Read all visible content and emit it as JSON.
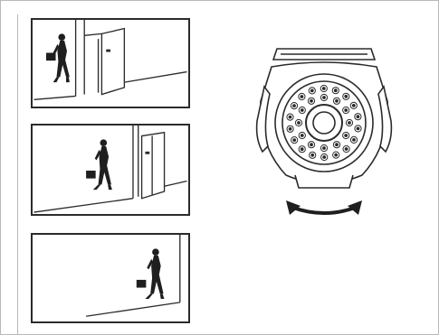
{
  "figure": {
    "panels": [
      {
        "id": "panel-1",
        "scene": "person-at-door-near"
      },
      {
        "id": "panel-2",
        "scene": "person-walking-past-door"
      },
      {
        "id": "panel-3",
        "scene": "person-walking-away"
      }
    ],
    "camera": {
      "icon": "bullet-camera-ir-icon",
      "motion": "pan-arrow-icon"
    },
    "colors": {
      "line": "#2b2b2b",
      "frame": "#b8b8b8",
      "background": "#ffffff"
    }
  }
}
